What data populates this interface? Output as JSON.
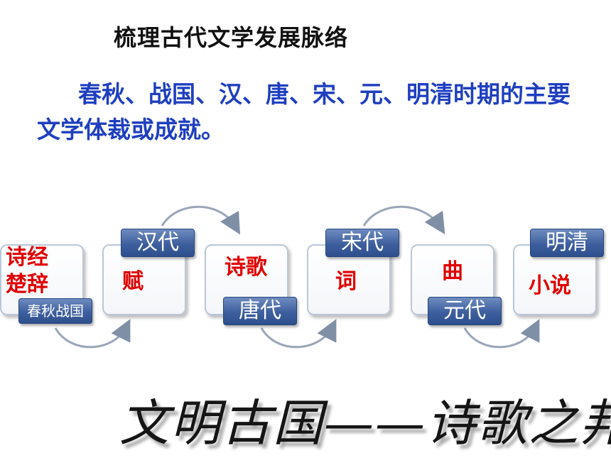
{
  "title": "梳理古代文学发展脉络",
  "intro": "春秋、战国、汉、唐、宋、元、明清时期的主要文学体裁或成就。",
  "stages": [
    {
      "period": "春秋战国",
      "genre": [
        "诗经",
        "楚辞"
      ]
    },
    {
      "period": "汉代",
      "genre": [
        "赋"
      ]
    },
    {
      "period": "唐代",
      "genre": [
        "诗歌"
      ]
    },
    {
      "period": "宋代",
      "genre": [
        "词"
      ]
    },
    {
      "period": "元代",
      "genre": [
        "曲"
      ]
    },
    {
      "period": "明清",
      "genre": [
        "小说"
      ]
    }
  ],
  "slogan": "文明古国——诗歌之邦",
  "colors": {
    "genre_text": "#e00000",
    "intro_text": "#1f3fbf",
    "badge": "#3e5f9e"
  }
}
